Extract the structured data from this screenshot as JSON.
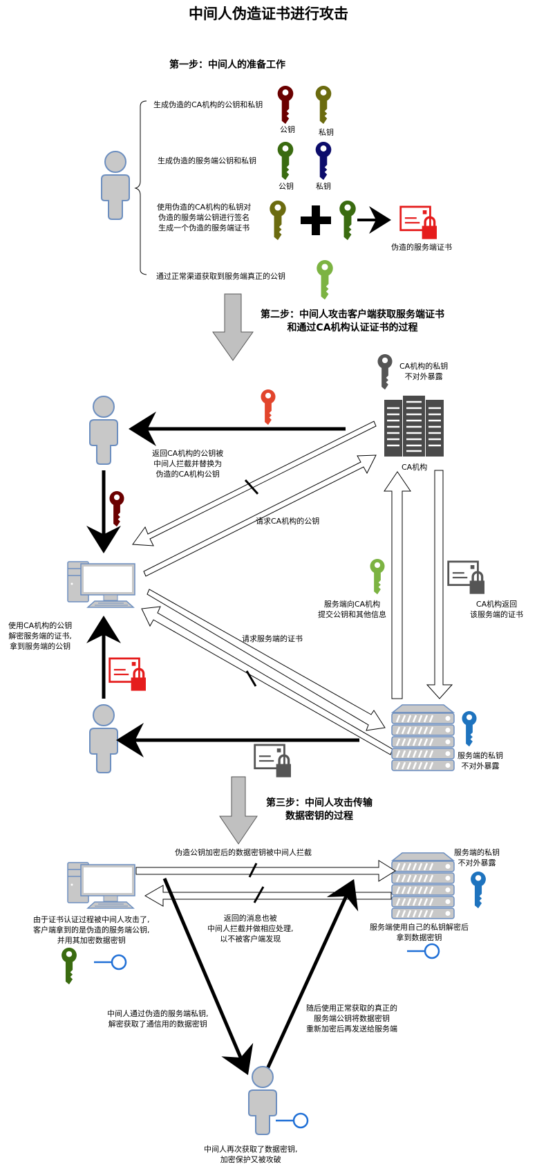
{
  "title": "中间人伪造证书进行攻击",
  "colors": {
    "fake_ca_public_key": "#6b0000",
    "fake_ca_private_key": "#6b6b0f",
    "fake_server_public_key": "#3a6b10",
    "fake_server_private_key": "#0c0c6b",
    "real_server_public_key": "#7cb342",
    "intercepted_ca_key": "#e2452c",
    "ca_private_key": "#555555",
    "server_private_key": "#1e73be",
    "fake_certificate": "#e51c1c",
    "real_certificate": "#555555",
    "person_fill": "#c8c8c8",
    "person_stroke": "#6c8ebf",
    "session_key": "#1f6fd6"
  },
  "step1": {
    "heading": "第一步：中间人的准备工作",
    "items": [
      {
        "text": "生成伪造的CA机构的公钥和私钥",
        "keys": [
          {
            "label": "公钥",
            "role": "fake_ca_public_key"
          },
          {
            "label": "私钥",
            "role": "fake_ca_private_key"
          }
        ]
      },
      {
        "text": "生成伪造的服务端公钥和私钥",
        "keys": [
          {
            "label": "公钥",
            "role": "fake_server_public_key"
          },
          {
            "label": "私钥",
            "role": "fake_server_private_key"
          }
        ]
      },
      {
        "text_lines": [
          "使用伪造的CA机构的私钥对",
          "伪造的服务端公钥进行签名",
          "生成一个伪造的服务端证书"
        ],
        "result_label": "伪造的服务端证书"
      },
      {
        "text": "通过正常渠道获取到服务端真正的公钥"
      }
    ]
  },
  "step2": {
    "heading_lines": [
      "第二步：中间人攻击客户端获取服务端证书",
      "和通过CA机构认证证书的过程"
    ],
    "ca_private_key_note": [
      "CA机构的私钥",
      "不对外暴露"
    ],
    "ca_label": "CA机构",
    "return_ca_key_note": [
      "返回CA机构的公钥被",
      "中间人拦截并替换为",
      "伪造的CA机构公钥"
    ],
    "request_ca_key": "请求CA机构的公钥",
    "client_note": [
      "使用CA机构的公钥",
      "解密服务端的证书,",
      "拿到服务端的公钥"
    ],
    "server_submit_note": [
      "服务端向CA机构",
      "提交公钥和其他信息"
    ],
    "ca_return_note": [
      "CA机构返回",
      "该服务端的证书"
    ],
    "request_server_cert": "请求服务端的证书",
    "server_private_key_note": [
      "服务端的私钥",
      "不对外暴露"
    ]
  },
  "step3": {
    "heading_lines": [
      "第三步：中间人攻击传输",
      "数据密钥的过程"
    ],
    "intercepted_note": "伪造公钥加密后的数据密钥被中间人拦截",
    "return_note": [
      "返回的消息也被",
      "中间人拦截并做相应处理,",
      "以不被客户端发现"
    ],
    "client_note": [
      "由于证书认证过程被中间人攻击了,",
      "客户端拿到的是伪造的服务端公钥,",
      "并用其加密数据密钥"
    ],
    "server_key_note": [
      "服务端的私钥",
      "不对外暴露"
    ],
    "server_note": [
      "服务端使用自己的私钥解密后",
      "拿到数据密钥"
    ],
    "mitm_decrypt_note": [
      "中间人通过伪造的服务端私钥,",
      "解密获取了通信用的数据密钥"
    ],
    "mitm_reencrypt_note": [
      "随后使用正常获取的真正的",
      "服务端公钥将数据密钥",
      "重新加密后再发送给服务端"
    ],
    "mitm_result_note": [
      "中间人再次获取了数据密钥,",
      "加密保护又被攻破"
    ]
  }
}
